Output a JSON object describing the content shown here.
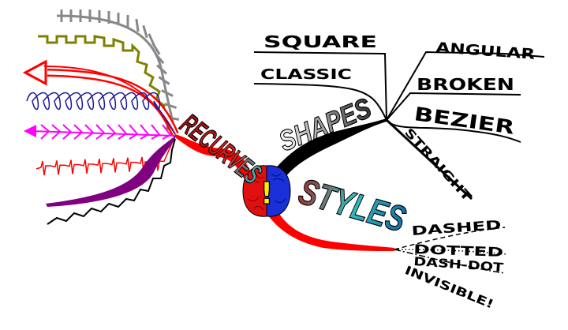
{
  "center": {
    "symbol": "!",
    "colors": {
      "left": "#e01010",
      "right": "#1a2fd8",
      "symbol": "#ffee00"
    }
  },
  "branches": {
    "recurves": {
      "label": "RECURVES",
      "color": "#ff0000"
    },
    "shapes": {
      "label": "SHAPES",
      "color": "#000000",
      "children": [
        "SQUARE",
        "CLASSIC",
        "ANGULAR",
        "BROKEN",
        "BEZIER",
        "STRAIGHT"
      ]
    },
    "styles": {
      "label": "STYLES",
      "color": "#ff0000",
      "children": [
        "DASHED",
        "DOTTED",
        "DASH-DOT",
        "INVISIBLE!"
      ]
    }
  },
  "line_samples": {
    "colors": {
      "ticks": "#888888",
      "square_wave": "#808000",
      "arrow": "#ff0000",
      "spiral": "#1a1a9a",
      "chevrons": "#ff00ff",
      "heartbeat": "#ff0000",
      "tapered": "#800080",
      "zigzag": "#000000"
    }
  }
}
